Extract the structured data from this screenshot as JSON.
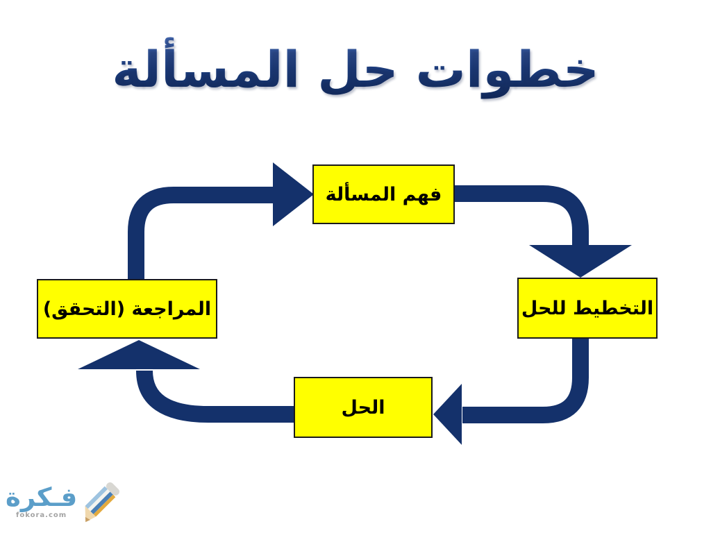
{
  "title": "خطوات حل المسألة",
  "diagram": {
    "type": "cycle",
    "steps": [
      {
        "id": "understand",
        "label": "فهم المسألة",
        "position": "top"
      },
      {
        "id": "plan",
        "label": "التخطيط للحل",
        "position": "right"
      },
      {
        "id": "solve",
        "label": "الحل",
        "position": "bottom"
      },
      {
        "id": "review",
        "label": "المراجعة (التحقق)",
        "position": "left"
      }
    ],
    "arrows": [
      {
        "from": "review",
        "to": "understand"
      },
      {
        "from": "understand",
        "to": "plan"
      },
      {
        "from": "plan",
        "to": "solve"
      },
      {
        "from": "solve",
        "to": "review"
      }
    ],
    "colors": {
      "node_fill": "#ffff00",
      "node_border": "#1a1a1a",
      "node_text": "#000000",
      "arrow": "#14316b"
    }
  },
  "watermark": {
    "name": "فـكرة",
    "domain": "fokora.com",
    "colors": {
      "name": "#5b9ec9",
      "domain": "#a3a3a3",
      "pencil_light_blue": "#9ec3e0",
      "pencil_blue": "#4a7fb5",
      "pencil_yellow": "#e3aa3e",
      "pencil_eraser": "#d8d7d2",
      "pencil_wood": "#f0d8ad"
    }
  },
  "colors": {
    "background": "#ffffff",
    "title": "#1b3a75"
  }
}
